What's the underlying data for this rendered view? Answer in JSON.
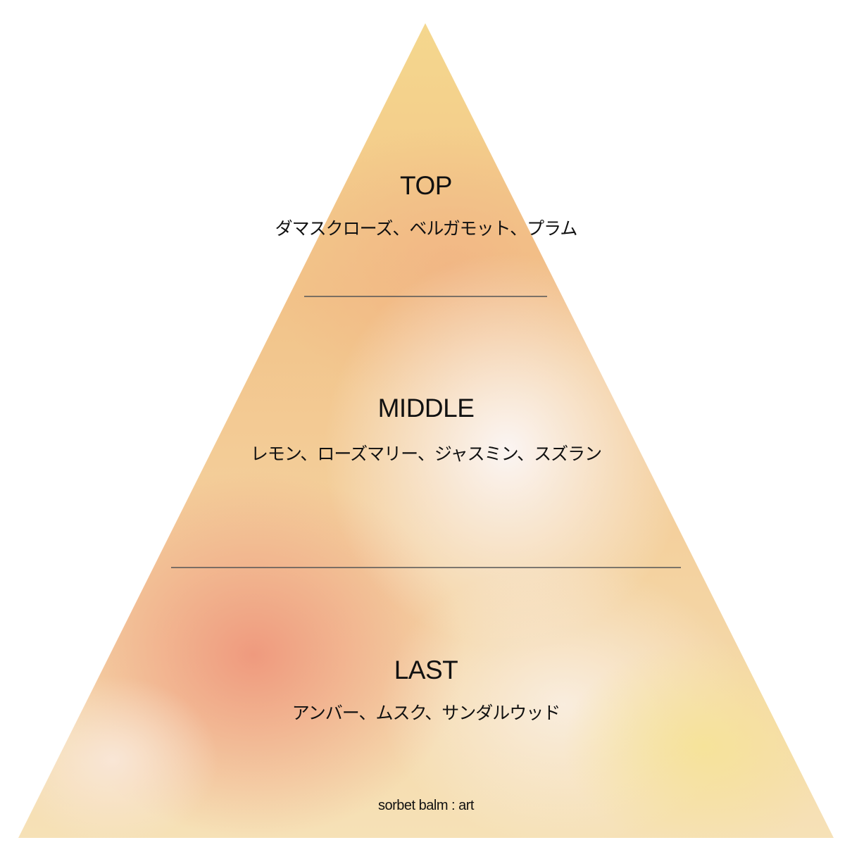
{
  "pyramid": {
    "tiers": [
      {
        "label": "TOP",
        "notes": "ダマスクローズ、ベルガモット、プラム"
      },
      {
        "label": "MIDDLE",
        "notes": "レモン、ローズマリー、ジャスミン、スズラン"
      },
      {
        "label": "LAST",
        "notes": "アンバー、ムスク、サンダルウッド"
      }
    ],
    "brand": "sorbet balm : art",
    "colors": {
      "yellow": "#f3d58c",
      "orange": "#f0b27f",
      "salmon": "#ef9e80",
      "cream": "#faf4ee",
      "divider": "#555555"
    }
  }
}
